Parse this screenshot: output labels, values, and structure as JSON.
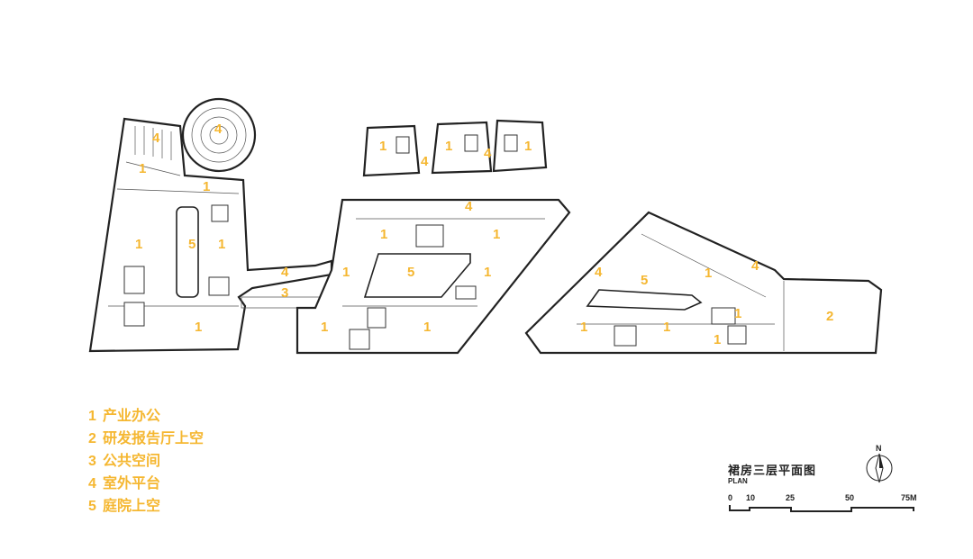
{
  "plan": {
    "zone_numbers": [
      "1",
      "2",
      "3",
      "4",
      "5"
    ]
  },
  "legend": [
    {
      "num": "1",
      "label": "产业办公"
    },
    {
      "num": "2",
      "label": "研发报告厅上空"
    },
    {
      "num": "3",
      "label": "公共空间"
    },
    {
      "num": "4",
      "label": "室外平台"
    },
    {
      "num": "5",
      "label": "庭院上空"
    }
  ],
  "title": {
    "cn": "裙房三层平面图",
    "en": "PLAN"
  },
  "north": {
    "label": "N"
  },
  "scale": {
    "labels": [
      "0",
      "10",
      "25",
      "50",
      "75M"
    ]
  },
  "colors": {
    "accent": "#f5b731",
    "line": "#222222"
  }
}
